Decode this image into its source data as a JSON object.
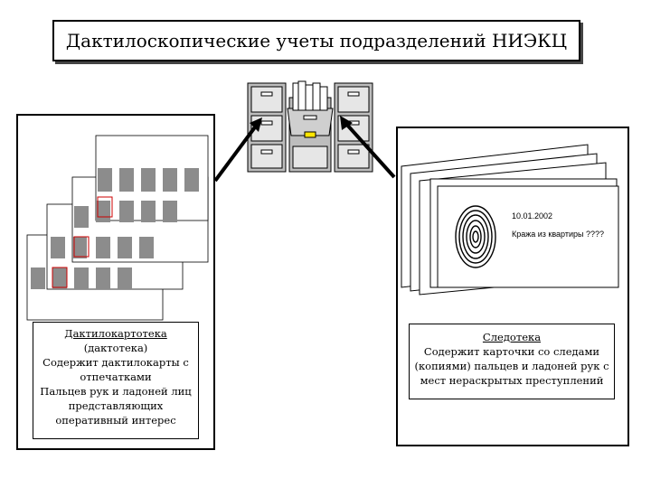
{
  "title": "Дактилоскопические учеты подразделений НИЭКЦ",
  "left_block": {
    "heading": "Дактилокартотека",
    "subheading": "(дактотека)",
    "lines": [
      "Содержит дактилокарты с",
      "отпечатками",
      "Пальцев рук и ладоней лиц",
      "представляющих",
      "оперативный интерес"
    ]
  },
  "right_block": {
    "heading": "Следотека",
    "lines": [
      "Содержит карточки со следами",
      "(копиями) пальцев и ладоней рук с",
      "мест нераскрытых преступлений"
    ]
  },
  "trace_card": {
    "date": "10.01.2002",
    "note": "Кража из квартиры ????"
  },
  "icons": [
    "filing-cabinet-icon",
    "fingerprint-icon",
    "arrow-icon"
  ]
}
